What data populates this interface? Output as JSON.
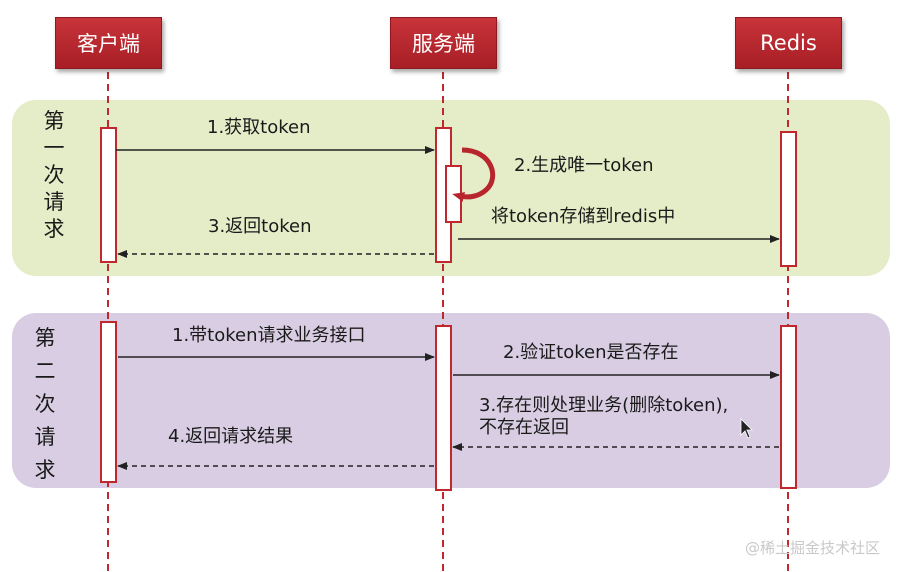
{
  "actors": {
    "client": "客户端",
    "server": "服务端",
    "redis": "Redis"
  },
  "phase1": {
    "label": [
      "第",
      "一",
      "次",
      "请",
      "求"
    ],
    "msg_get_token": "1.获取token",
    "msg_gen_token": "2.生成唯一token",
    "msg_store_token": "将token存储到redis中",
    "msg_return_token": "3.返回token"
  },
  "phase2": {
    "label": [
      "第",
      "二",
      "次",
      "请",
      "求"
    ],
    "msg_request": "1.带token请求业务接口",
    "msg_verify": "2.验证token是否存在",
    "msg_process_1": "3.存在则处理业务(删除token),",
    "msg_process_2": "不存在返回",
    "msg_return_result": "4.返回请求结果"
  },
  "watermark": "@稀土掘金技术社区",
  "colors": {
    "actor_red": "#b8262d",
    "lifeline_red": "#c0282e",
    "phase1_bg": "#e5ecc8",
    "phase2_bg": "#d8cde2"
  }
}
